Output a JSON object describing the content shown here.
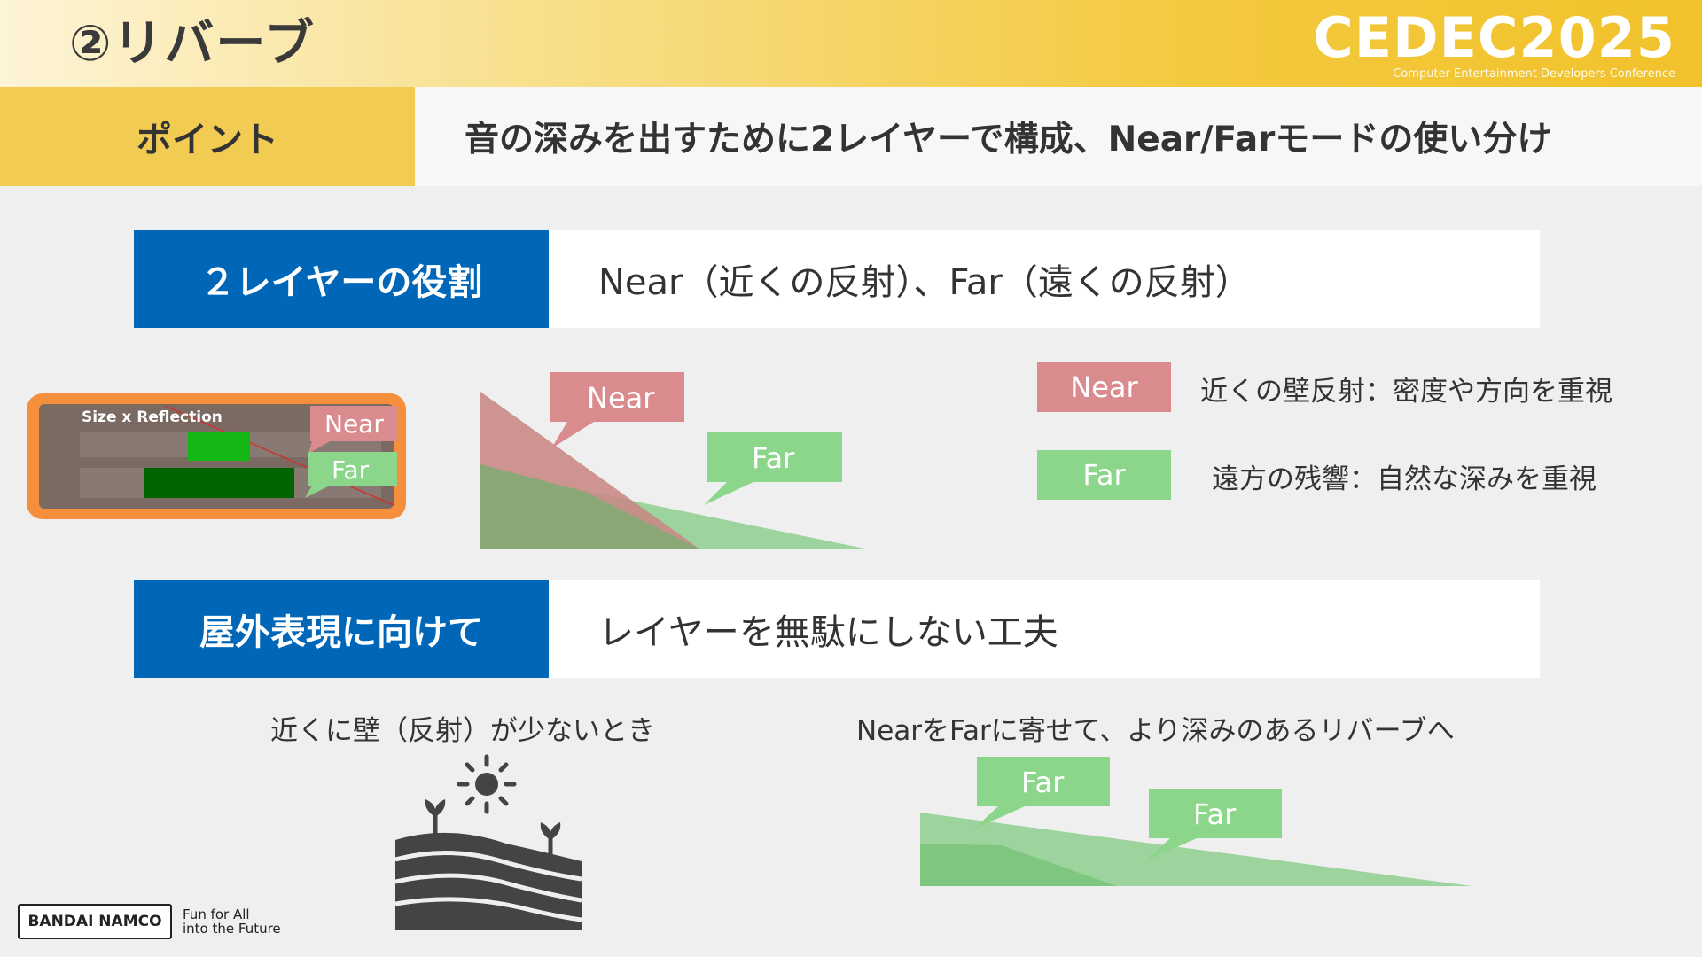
{
  "header": {
    "title": "②リバーブ",
    "logo": "CEDEC2025",
    "logo_sub": "Computer Entertainment Developers Conference"
  },
  "point": {
    "label": "ポイント",
    "text": "音の深みを出すために2レイヤーで構成、Near/Farモードの使い分け"
  },
  "section1": {
    "label": "２レイヤーの役割",
    "text": "Near（近くの反射）、Far（遠くの反射）"
  },
  "panel": {
    "title": "Size x Reflection",
    "near_tag": "Near",
    "far_tag": "Far"
  },
  "diagram1": {
    "near_label": "Near",
    "far_label": "Far"
  },
  "legend": [
    {
      "tag": "Near",
      "text": "近くの壁反射：密度や方向を重視",
      "color": "#d98b8e"
    },
    {
      "tag": "Far",
      "text": "遠方の残響：自然な深みを重視",
      "color": "#8cd68c"
    }
  ],
  "section2": {
    "label": "屋外表現に向けて",
    "text": "レイヤーを無駄にしない工夫"
  },
  "captions": {
    "left": "近くに壁（反射）が少ないとき",
    "right": "NearをFarに寄せて、より深みのあるリバーブへ"
  },
  "diagram2": {
    "far_label_1": "Far",
    "far_label_2": "Far"
  },
  "icons": [
    "sun-icon",
    "field-icon"
  ],
  "footer": {
    "logo": "BANDAI NAMCO",
    "tagline_1": "Fun for All",
    "tagline_2": "into the Future"
  },
  "colors": {
    "accent_blue": "#0067b8",
    "header_yellow": "#f2cb52",
    "near": "#d98b8e",
    "far": "#8cd68c"
  }
}
